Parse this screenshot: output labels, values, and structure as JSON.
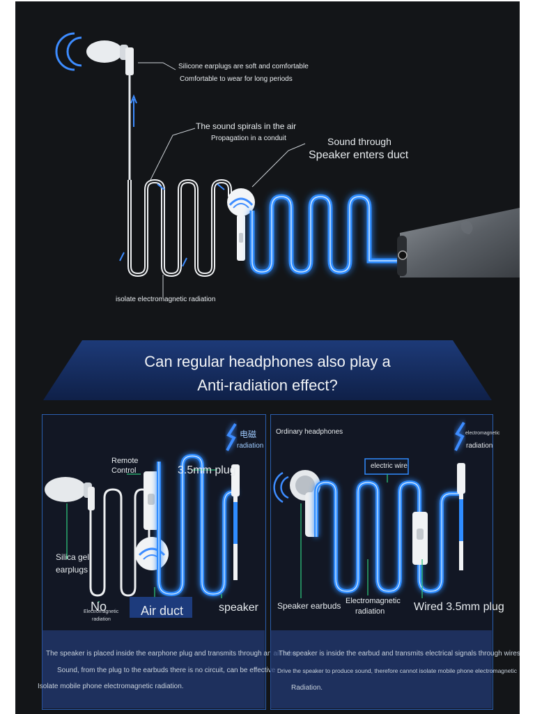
{
  "top_labels": {
    "earplug_line1": "Silicone earplugs are soft and comfortable",
    "earplug_line2": "Comfortable to wear for long periods",
    "spiral_line1": "The sound spirals in the air",
    "spiral_line2": "Propagation in a conduit",
    "speaker_line1": "Sound through",
    "speaker_line2": "Speaker enters duct",
    "isolate": "isolate electromagnetic radiation"
  },
  "headline": {
    "line1": "Can regular headphones also play a",
    "line2": "Anti-radiation effect?"
  },
  "left_panel": {
    "radiation_cn": "电磁",
    "radiation": "radiation",
    "remote_line1": "Remote",
    "remote_line2": "Control",
    "plug": "3.5mm plug",
    "silica_line1": "Silica gel",
    "silica_line2": "earplugs",
    "no": "No",
    "no_sub_line1": "Electromagnetic",
    "no_sub_line2": "radiation",
    "air_duct": "Air duct",
    "speaker": "speaker",
    "desc_line1": "The speaker is placed inside the earphone plug and transmits through an air tube.",
    "desc_line2": "Sound, from the plug to the earbuds there is no circuit, can be effective",
    "desc_line3": "Isolate mobile phone electromagnetic radiation."
  },
  "right_panel": {
    "title": "Ordinary headphones",
    "em_small": "electromagnetic",
    "radiation": "radiation",
    "electric_wire": "electric wire",
    "speaker_earbuds": "Speaker earbuds",
    "em_line1": "Electromagnetic",
    "em_line2": "radiation",
    "wired_plug": "Wired 3.5mm plug",
    "desc_line1": "The speaker is inside the earbud and transmits electrical signals through wires.",
    "desc_line2": "Drive the speaker to produce sound, therefore cannot isolate mobile phone electromagnetic",
    "desc_line3": "Radiation."
  },
  "colors": {
    "background": "#131518",
    "glow_blue": "#3da2ff",
    "tube_white": "#f1f3f5",
    "accent_green": "#2ec27a",
    "panel_border": "#2b5fb0"
  }
}
